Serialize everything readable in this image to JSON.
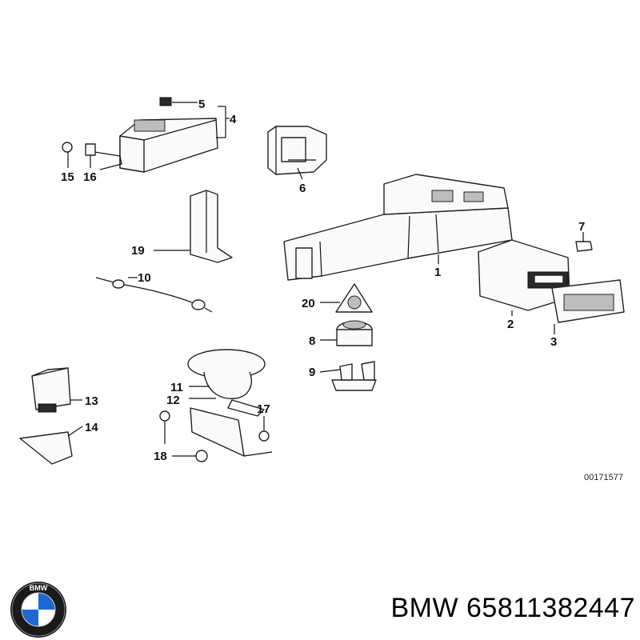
{
  "diagram": {
    "callouts": [
      "1",
      "2",
      "3",
      "4",
      "5",
      "6",
      "7",
      "8",
      "9",
      "10",
      "11",
      "12",
      "13",
      "14",
      "15",
      "16",
      "17",
      "18",
      "19",
      "20"
    ],
    "reference_code": "00171577"
  },
  "brand": {
    "logo_text": "BMW",
    "name": "BMW",
    "part_number": "65811382447"
  }
}
